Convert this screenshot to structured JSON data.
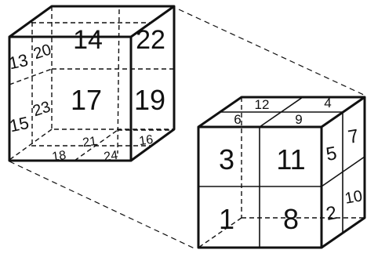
{
  "diagram": {
    "left_cube": {
      "face_numbers": [
        "14",
        "22",
        "17",
        "19"
      ],
      "left_side_numbers": [
        "13",
        "20",
        "15",
        "23"
      ],
      "bottom_numbers": [
        "21",
        "16",
        "18",
        "24"
      ]
    },
    "right_cube": {
      "top_numbers": [
        "12",
        "4",
        "6",
        "9"
      ],
      "front_numbers": [
        "3",
        "11",
        "1",
        "8"
      ],
      "right_side_numbers": [
        "5",
        "7",
        "2",
        "10"
      ]
    }
  },
  "colors": {
    "stroke": "#111111",
    "background": "#ffffff"
  }
}
